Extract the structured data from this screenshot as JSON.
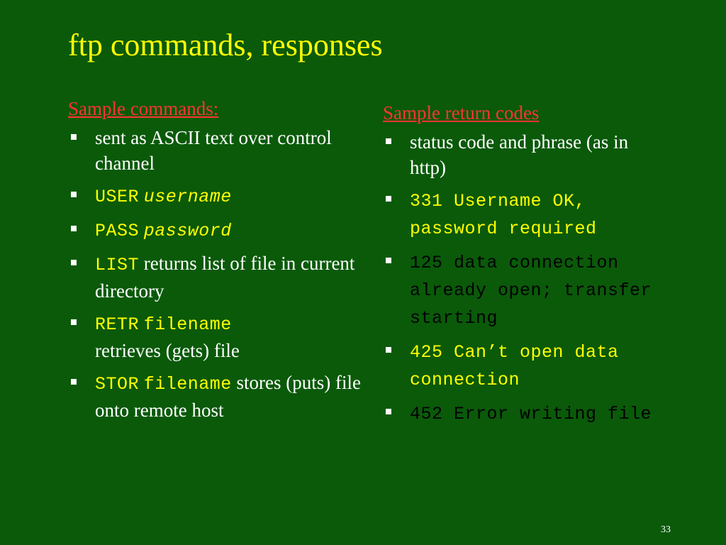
{
  "title": "ftp commands, responses",
  "left": {
    "heading": "Sample commands:",
    "items": [
      {
        "text": "sent as ASCII text over control channel"
      },
      {
        "cmd": "USER",
        "arg": "username"
      },
      {
        "cmd": "PASS",
        "arg": "password"
      },
      {
        "cmd": "LIST",
        "rest": "returns list of file in current directory"
      },
      {
        "cmd": "RETR",
        "arg": "filename",
        "rest": "retrieves (gets) file"
      },
      {
        "cmd": "STOR",
        "arg": "filename",
        "rest": "stores (puts) file onto remote host"
      }
    ]
  },
  "right": {
    "heading": "Sample return codes",
    "items": [
      {
        "text": "status code and phrase (as in http)"
      },
      {
        "code": "331 Username OK, password required"
      },
      {
        "code": "125 data connection already open; transfer starting"
      },
      {
        "code": "425 Can’t open data connection"
      },
      {
        "code": "452 Error writing file"
      }
    ]
  },
  "page_number": "33",
  "colors": {
    "background": "#0a5a0a",
    "title": "#ffff00",
    "heading": "#ff3333",
    "command": "#ffff00"
  }
}
